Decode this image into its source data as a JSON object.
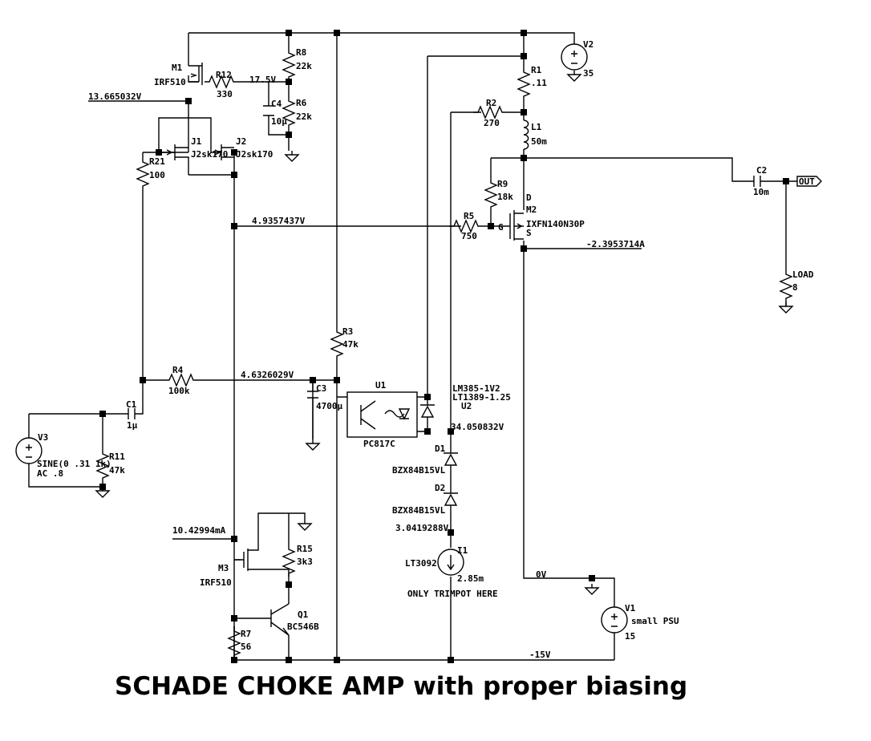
{
  "title": "SCHADE CHOKE AMP with proper biasing",
  "components": {
    "m1": {
      "ref": "M1",
      "part": "IRF510"
    },
    "r12": {
      "ref": "R12",
      "value": "330"
    },
    "r8": {
      "ref": "R8",
      "value": "22k"
    },
    "r6": {
      "ref": "R6",
      "value": "22k"
    },
    "c4": {
      "ref": "C4",
      "value": "10µ"
    },
    "j1": {
      "ref": "J1",
      "part": "J2sk170"
    },
    "j2": {
      "ref": "J2",
      "part": "J2sk170"
    },
    "r21": {
      "ref": "R21",
      "value": "100"
    },
    "v2": {
      "ref": "V2",
      "value": "35"
    },
    "r1": {
      "ref": "R1",
      "value": ".11"
    },
    "r2": {
      "ref": "R2",
      "value": "270"
    },
    "l1": {
      "ref": "L1",
      "value": "50m"
    },
    "r9": {
      "ref": "R9",
      "value": "18k"
    },
    "m2": {
      "ref": "M2",
      "part": "IXFN140N30P",
      "pin_d": "D",
      "pin_g": "G",
      "pin_s": "S"
    },
    "r5": {
      "ref": "R5",
      "value": "750"
    },
    "c2": {
      "ref": "C2",
      "value": "10m"
    },
    "load": {
      "ref": "LOAD",
      "value": "8"
    },
    "out": {
      "label": "OUT"
    },
    "r3": {
      "ref": "R3",
      "value": "47k"
    },
    "r4": {
      "ref": "R4",
      "value": "100k"
    },
    "c3": {
      "ref": "C3",
      "value": "4700µ"
    },
    "u1": {
      "ref": "U1",
      "part": "PC817C"
    },
    "u2": {
      "ref": "U2",
      "part1": "LM385-1V2",
      "part2": "LT1389-1.25"
    },
    "c1": {
      "ref": "C1",
      "value": "1µ"
    },
    "v3": {
      "ref": "V3",
      "value1": "SINE(0 .31 1k)",
      "value2": "AC .8"
    },
    "r11": {
      "ref": "R11",
      "value": "47k"
    },
    "d1": {
      "ref": "D1",
      "part": "BZX84B15VL"
    },
    "d2": {
      "ref": "D2",
      "part": "BZX84B15VL"
    },
    "i1": {
      "ref": "I1",
      "value": "2.85m",
      "part": "LT3092",
      "note": "ONLY TRIMPOT HERE"
    },
    "m3": {
      "ref": "M3",
      "part": "IRF510"
    },
    "r15": {
      "ref": "R15",
      "value": "3k3"
    },
    "q1": {
      "ref": "Q1",
      "part": "BC546B"
    },
    "r7": {
      "ref": "R7",
      "value": "56"
    },
    "v1": {
      "ref": "V1",
      "value": "15",
      "desc": "small PSU"
    }
  },
  "annotations": {
    "v_m1_source": "13.665032V",
    "v_r12": "17.5V",
    "v_jfet_drain": "4.9357437V",
    "i_m2": "-2.3953714A",
    "v_r4": "4.6326029V",
    "v_u2": "34.050832V",
    "i_m3": "10.42994mA",
    "v_i1": "3.0419288V",
    "v_gnd": "0V",
    "v_neg": "-15V"
  }
}
